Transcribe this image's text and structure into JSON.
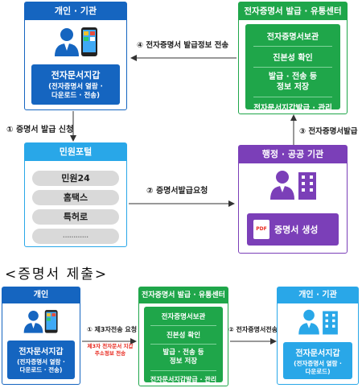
{
  "colors": {
    "blue_dark": "#1565c0",
    "blue_header": "#1e6fd0",
    "blue_inner": "#1565c0",
    "green": "#1fa64a",
    "green_light": "#30b85a",
    "cyan": "#29a7e8",
    "purple": "#7b3fb8",
    "red_text": "#e8281e",
    "pill_gray": "#d9d9d9"
  },
  "top": {
    "individual_box": {
      "header": "개인 · 기관",
      "inner_title": "전자문서지갑",
      "inner_sub": "(전자증명서 열람 ·\n다운로드 · 전송)",
      "icon": "person-phone-icon"
    },
    "center_box": {
      "header": "전자증명서 발급 · 유통센터",
      "items": [
        "전자증명서보관",
        "진본성 확인",
        "발급 · 전송 등\n정보 저장",
        "전자문서지갑발급 · 관리"
      ]
    },
    "portal_box": {
      "header": "민원포털",
      "items": [
        "민원24",
        "홈택스",
        "특허로",
        "............"
      ]
    },
    "agency_box": {
      "header": "행정 · 공공 기관",
      "doc_label": "증명서 생성",
      "pdf_tag": "PDF",
      "icon": "person-building-icon"
    },
    "arrows": {
      "a4": "④ 전자증명서 발급정보 전송",
      "a1": "① 증명서 발급 신청",
      "a2": "② 증명서발급요청",
      "a3": "③ 전자증명서발급"
    }
  },
  "section_title": "<증명서 제출>",
  "bottom": {
    "individual_box": {
      "header": "개인",
      "inner_title": "전자문서지갑",
      "inner_sub": "(전자증명서 열람 ·\n다운로드 · 전송)"
    },
    "center_box": {
      "header": "전자증명서 발급 · 유통센터",
      "items": [
        "전자증명서보관",
        "진본성 확인",
        "발급 · 전송 등\n정보 저장",
        "전자문서지갑발급 · 관리"
      ]
    },
    "agency_box": {
      "header": "개인 · 기관",
      "inner_title": "전자문서지갑",
      "inner_sub": "(전자증명서 열람 ·\n다운로드)"
    },
    "arrows": {
      "b1": "① 제3자전송 요청",
      "b1_note": "제3자 전자문서 지갑\n주소정보 전송",
      "b2": "② 전자증명서전송"
    }
  }
}
